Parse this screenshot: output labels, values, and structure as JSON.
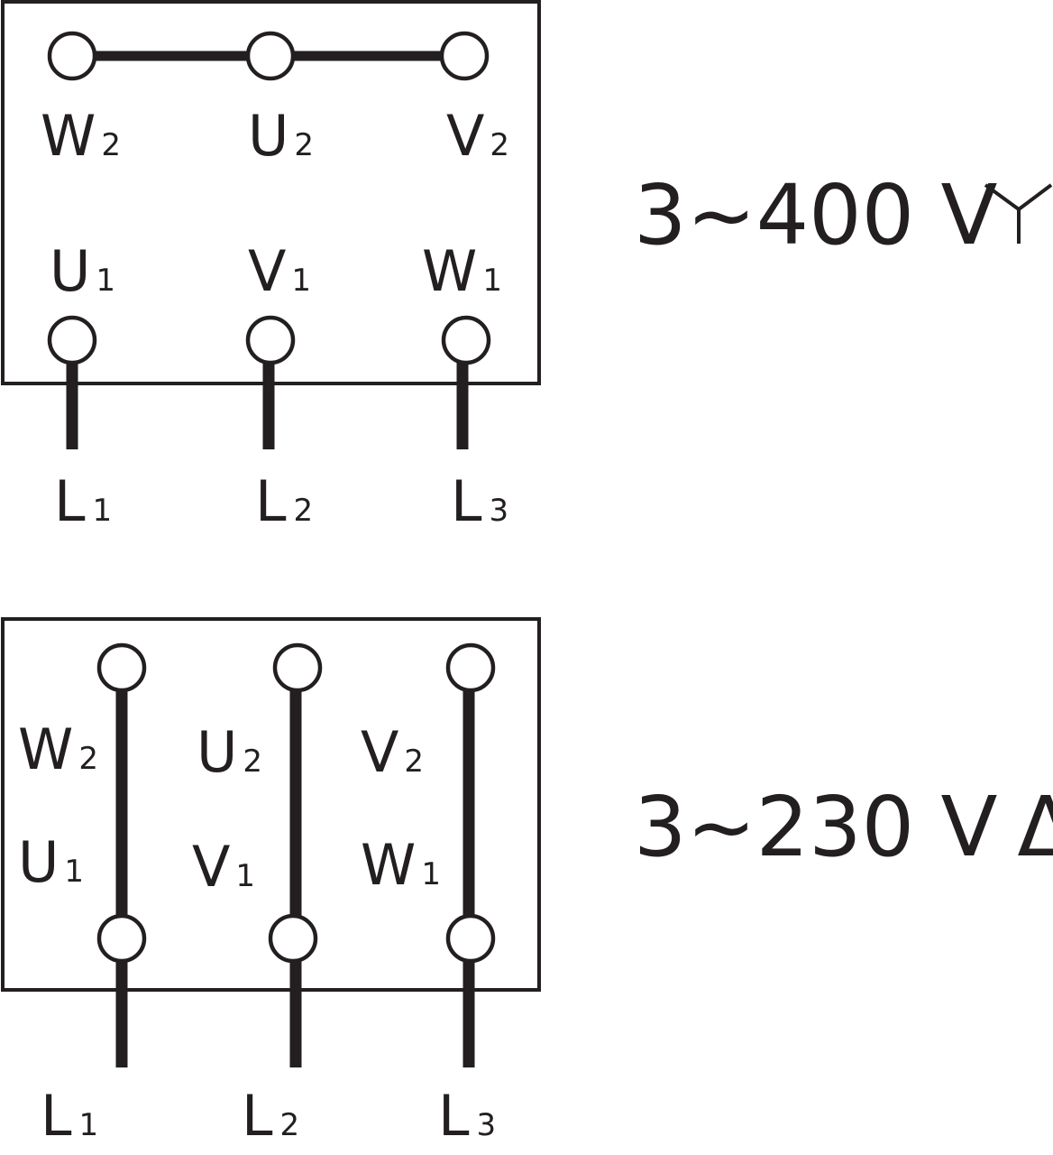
{
  "star": {
    "voltage": "3~400 V",
    "symbol": "star-symbol",
    "top_terminals": [
      {
        "letter": "W",
        "index": "2"
      },
      {
        "letter": "U",
        "index": "2"
      },
      {
        "letter": "V",
        "index": "2"
      }
    ],
    "bottom_terminals": [
      {
        "letter": "U",
        "index": "1"
      },
      {
        "letter": "V",
        "index": "1"
      },
      {
        "letter": "W",
        "index": "1"
      }
    ],
    "lines": [
      {
        "letter": "L",
        "index": "1"
      },
      {
        "letter": "L",
        "index": "2"
      },
      {
        "letter": "L",
        "index": "3"
      }
    ]
  },
  "delta": {
    "voltage": "3~230 V",
    "symbol": "Δ",
    "top_terminals": [
      {
        "letter": "W",
        "index": "2"
      },
      {
        "letter": "U",
        "index": "2"
      },
      {
        "letter": "V",
        "index": "2"
      }
    ],
    "bottom_terminals": [
      {
        "letter": "U",
        "index": "1"
      },
      {
        "letter": "V",
        "index": "1"
      },
      {
        "letter": "W",
        "index": "1"
      }
    ],
    "lines": [
      {
        "letter": "L",
        "index": "1"
      },
      {
        "letter": "L",
        "index": "2"
      },
      {
        "letter": "L",
        "index": "3"
      }
    ]
  },
  "colors": {
    "ink": "#231f20",
    "background": "#ffffff"
  }
}
